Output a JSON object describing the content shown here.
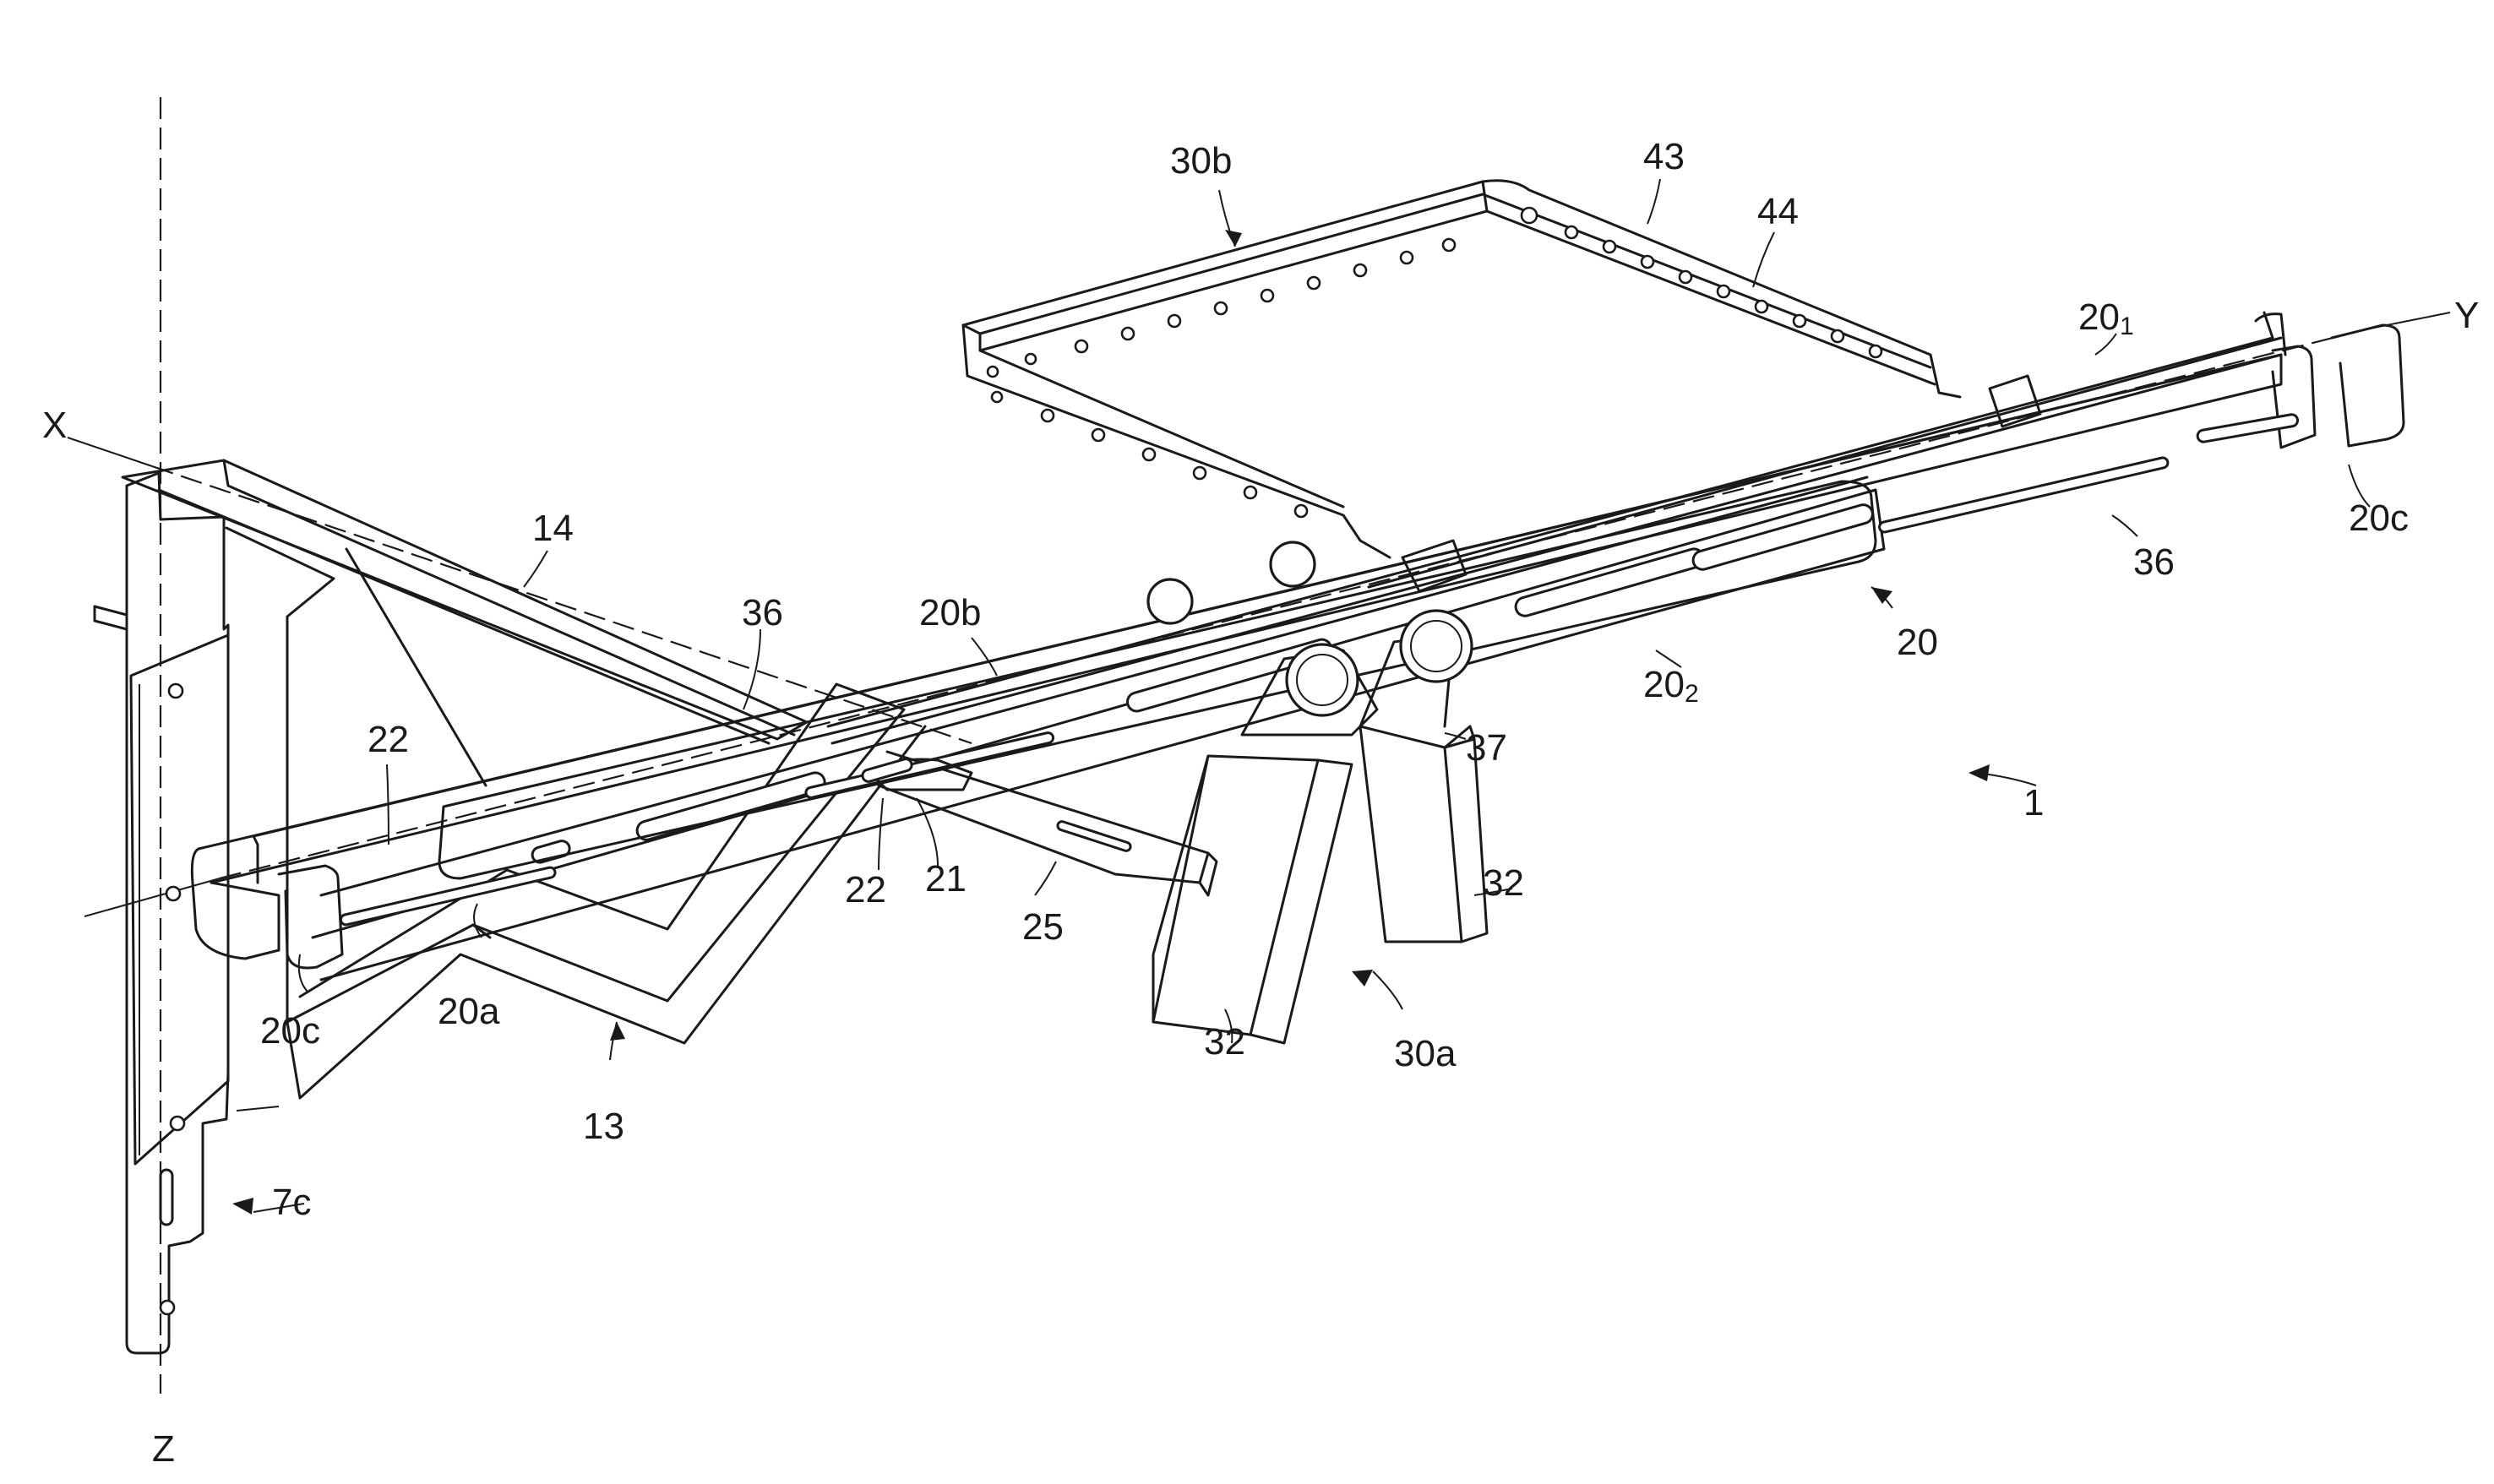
{
  "figure": {
    "labels": {
      "X": "X",
      "Y": "Y",
      "Z": "Z",
      "ref_1": "1",
      "ref_7c": "7c",
      "ref_13": "13",
      "ref_14": "14",
      "ref_20": "20",
      "ref_20_1_main": "20",
      "ref_20_1_sub": "1",
      "ref_20_2_main": "20",
      "ref_20_2_sub": "2",
      "ref_20a": "20a",
      "ref_20b": "20b",
      "ref_20c_left": "20c",
      "ref_20c_right": "20c",
      "ref_21": "21",
      "ref_22_upper": "22",
      "ref_22_lower": "22",
      "ref_25": "25",
      "ref_30a": "30a",
      "ref_30b": "30b",
      "ref_32_left": "32",
      "ref_32_right": "32",
      "ref_36_left": "36",
      "ref_36_right": "36",
      "ref_37": "37",
      "ref_43": "43",
      "ref_44": "44"
    },
    "colors": {
      "ink": "#1a1a1a",
      "paper": "#ffffff"
    }
  }
}
